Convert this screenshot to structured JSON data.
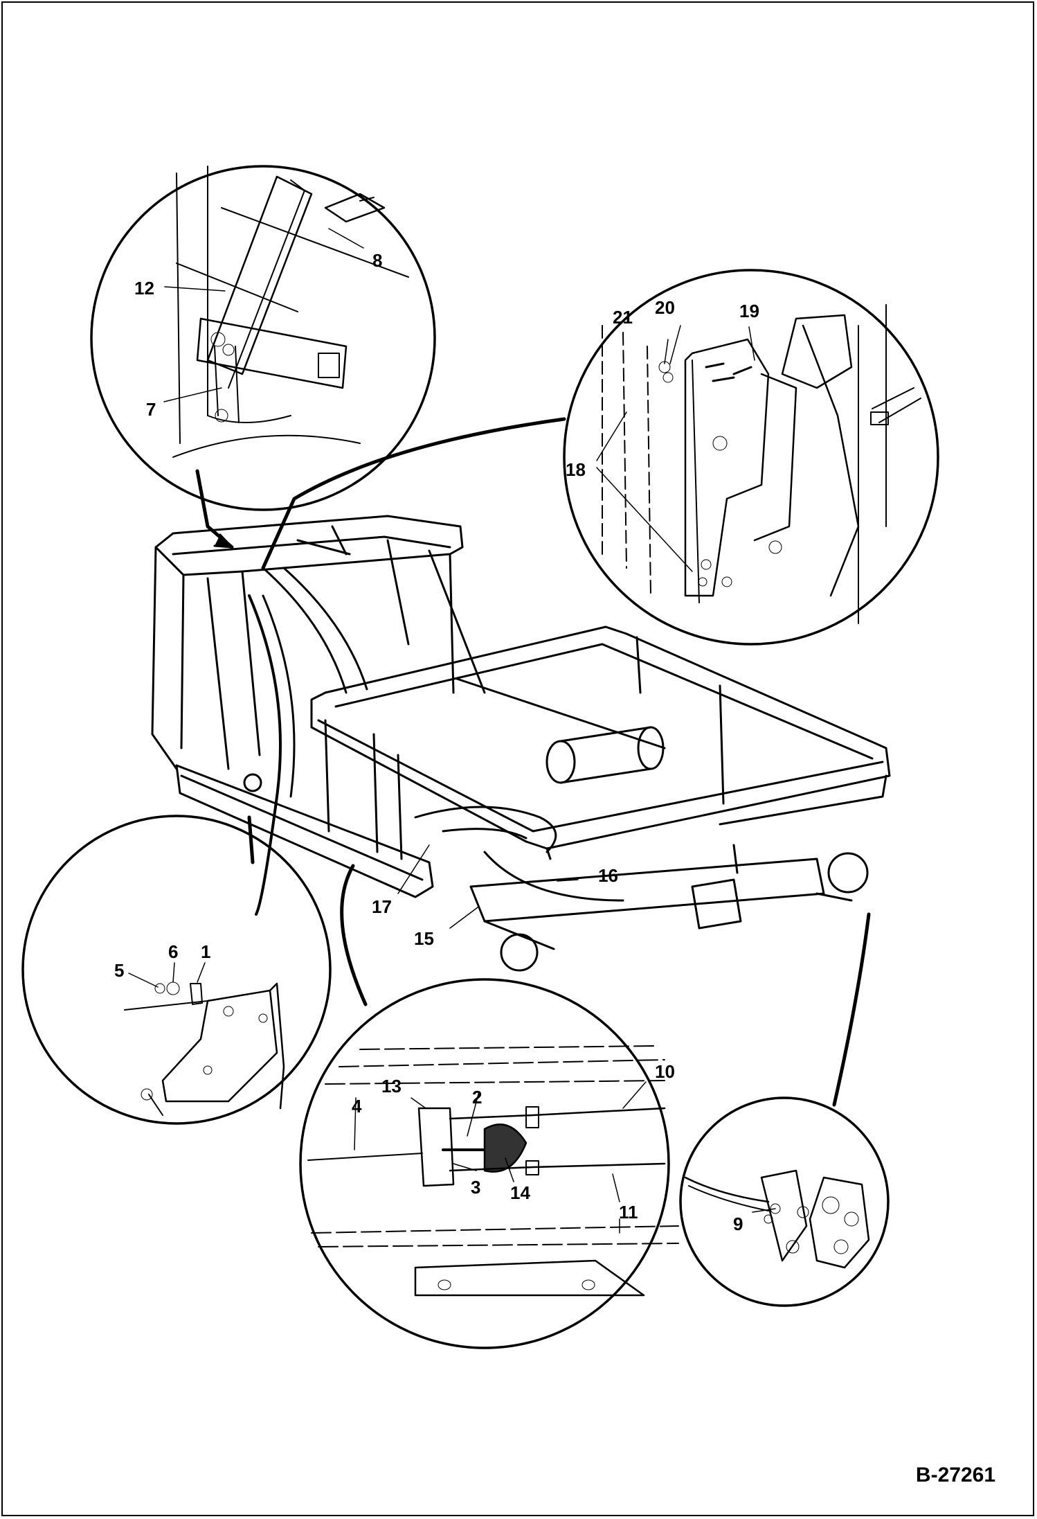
{
  "document_id": "B-27261",
  "callouts": {
    "c1": "1",
    "c2": "2",
    "c3": "3",
    "c4": "4",
    "c5": "5",
    "c6": "6",
    "c7": "7",
    "c8": "8",
    "c9": "9",
    "c10": "10",
    "c11": "11",
    "c12": "12",
    "c13": "13",
    "c14": "14",
    "c15": "15",
    "c16": "16",
    "c17": "17",
    "c18": "18",
    "c19": "19",
    "c20": "20",
    "c21": "21"
  }
}
